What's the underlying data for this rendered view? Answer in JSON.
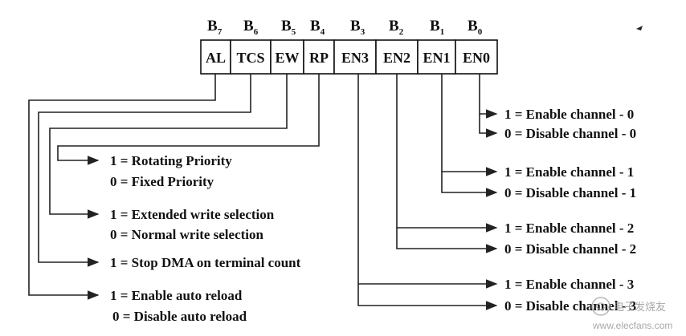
{
  "register": {
    "bits": [
      {
        "base": "B",
        "sub": "7",
        "field": "AL"
      },
      {
        "base": "B",
        "sub": "6",
        "field": "TCS"
      },
      {
        "base": "B",
        "sub": "5",
        "field": "EW"
      },
      {
        "base": "B",
        "sub": "4",
        "field": "RP"
      },
      {
        "base": "B",
        "sub": "3",
        "field": "EN3"
      },
      {
        "base": "B",
        "sub": "2",
        "field": "EN2"
      },
      {
        "base": "B",
        "sub": "1",
        "field": "EN1"
      },
      {
        "base": "B",
        "sub": "0",
        "field": "EN0"
      }
    ]
  },
  "left_descriptions": [
    {
      "bit_field": "RP",
      "lines": [
        "1 = Rotating Priority",
        "0 = Fixed Priority"
      ]
    },
    {
      "bit_field": "EW",
      "lines": [
        "1 = Extended write selection",
        "0 = Normal write selection"
      ]
    },
    {
      "bit_field": "TCS",
      "lines": [
        "1 = Stop DMA on terminal count"
      ]
    },
    {
      "bit_field": "AL",
      "lines": [
        "1 = Enable auto reload",
        "0 = Disable auto reload"
      ]
    }
  ],
  "right_descriptions": [
    {
      "bit_field": "EN0",
      "lines": [
        "1 = Enable channel - 0",
        "0 = Disable channel - 0"
      ]
    },
    {
      "bit_field": "EN1",
      "lines": [
        "1 = Enable channel - 1",
        "0 = Disable channel - 1"
      ]
    },
    {
      "bit_field": "EN2",
      "lines": [
        "1 = Enable channel - 2",
        "0 = Disable channel - 2"
      ]
    },
    {
      "bit_field": "EN3",
      "lines": [
        "1 = Enable channel - 3",
        "0 = Disable channel - 3"
      ]
    }
  ],
  "watermark": {
    "cn": "电子发烧友",
    "url": "www.elecfans.com"
  },
  "colors": {
    "ink": "#111111",
    "background": "#ffffff",
    "watermark": "#999999"
  }
}
